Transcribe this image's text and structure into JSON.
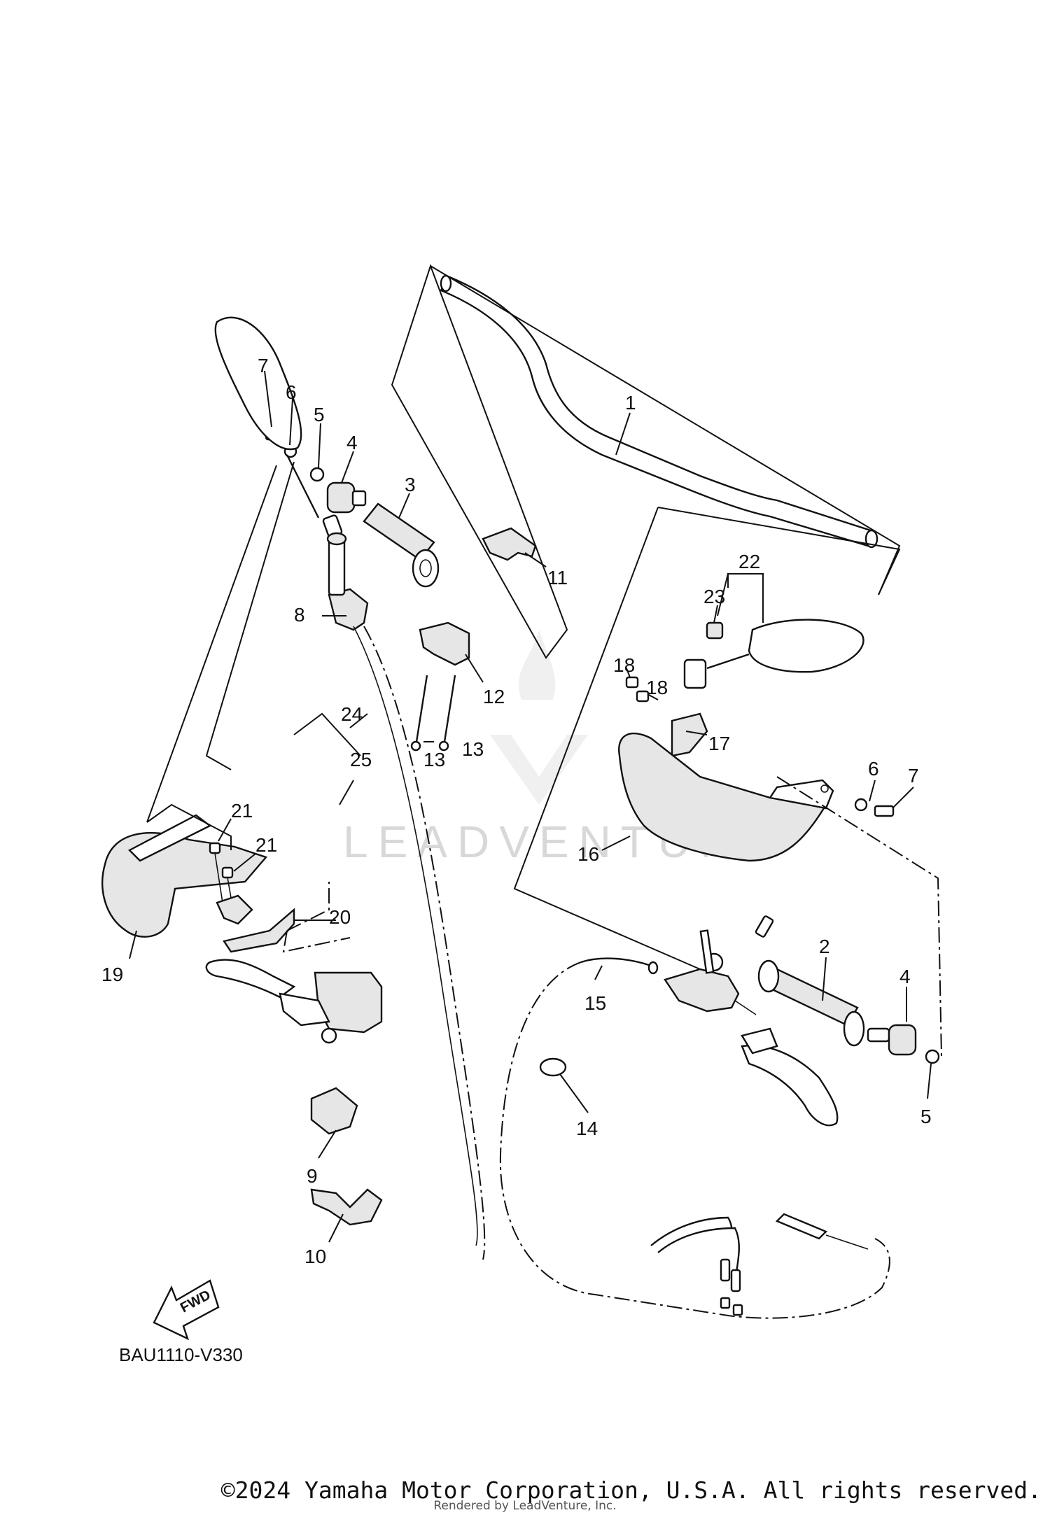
{
  "diagram": {
    "callouts": [
      "1",
      "2",
      "3",
      "4",
      "4",
      "5",
      "5",
      "6",
      "6",
      "7",
      "7",
      "8",
      "9",
      "10",
      "11",
      "12",
      "13",
      "13",
      "14",
      "15",
      "16",
      "17",
      "18",
      "18",
      "19",
      "20",
      "21",
      "21",
      "22",
      "23",
      "24",
      "25"
    ],
    "diagram_code": "BAU1110-V330",
    "fwd_label": "FWD",
    "watermark": "LEADVENTURE"
  },
  "footer": {
    "copyright": "©2024 Yamaha Motor Corporation, U.S.A. All rights reserved.",
    "rendered_by": "Rendered by LeadVenture, Inc."
  }
}
